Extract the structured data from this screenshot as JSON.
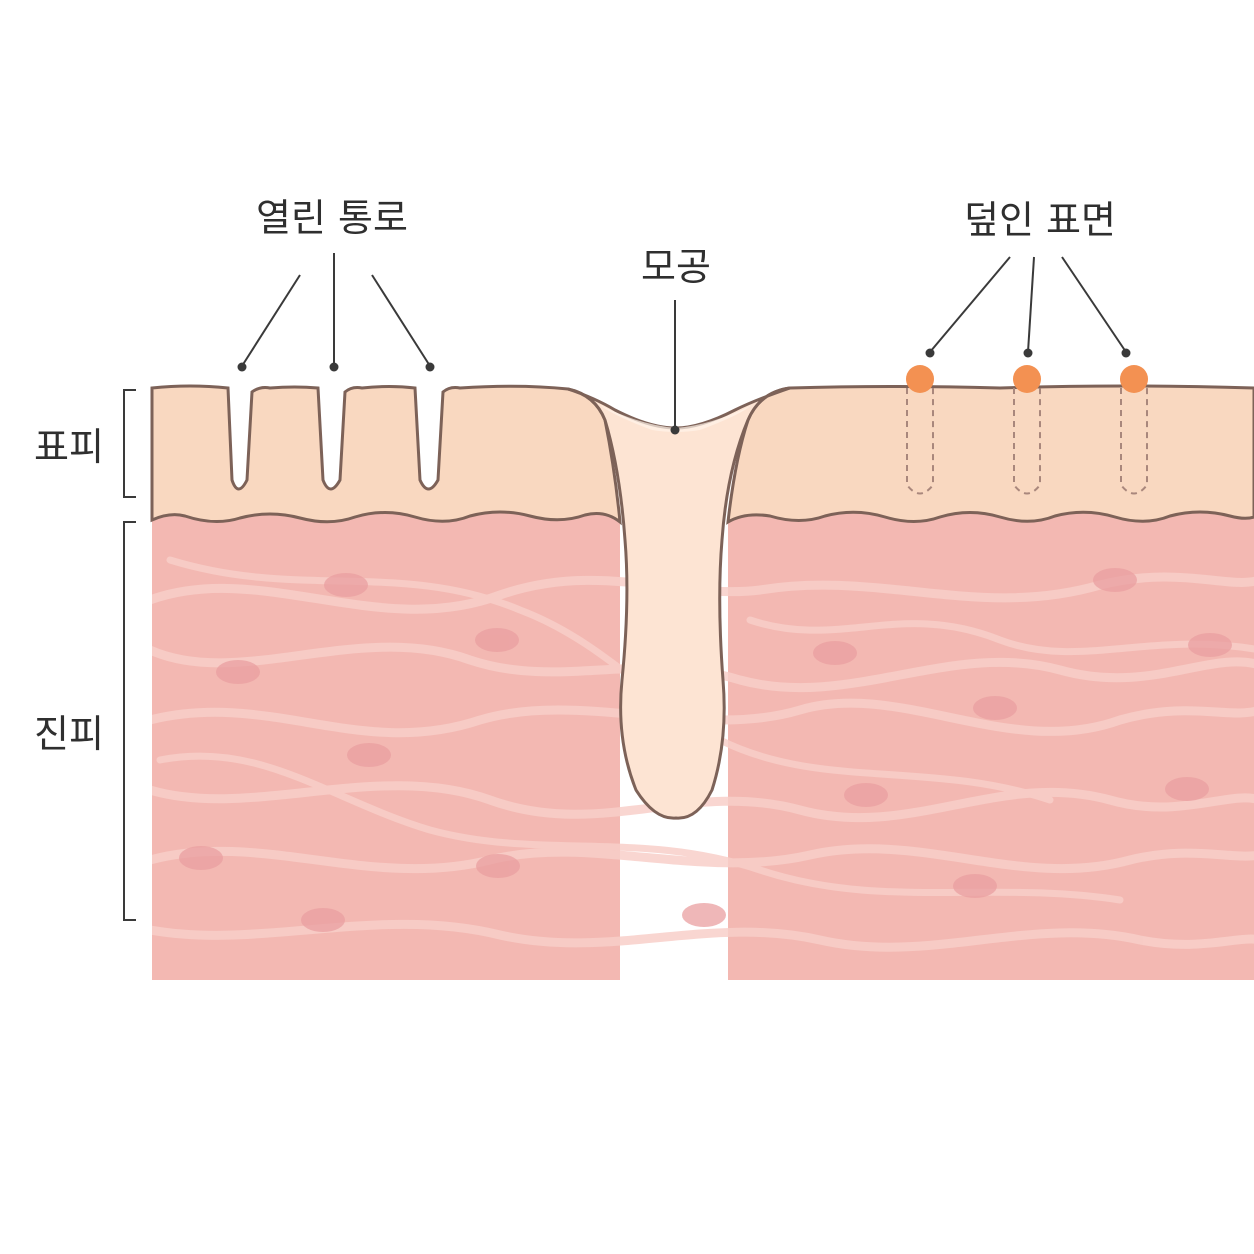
{
  "labels": {
    "open_channels": "열린 통로",
    "pore": "모공",
    "covered_surface": "덮인 표면",
    "epidermis": "표피",
    "dermis": "진피"
  },
  "colors": {
    "background": "#ffffff",
    "epidermis_fill": "#f9d8c0",
    "pore_fill": "#fde4d3",
    "dermis_fill": "#f3b8b2",
    "dermis_fiber": "#f8cfc9",
    "dermis_cell": "#ea9fa0",
    "outline": "#7d6258",
    "covering_dot": "#f39152",
    "leader_line": "#3a3a3a",
    "text": "#2f2f2f"
  }
}
